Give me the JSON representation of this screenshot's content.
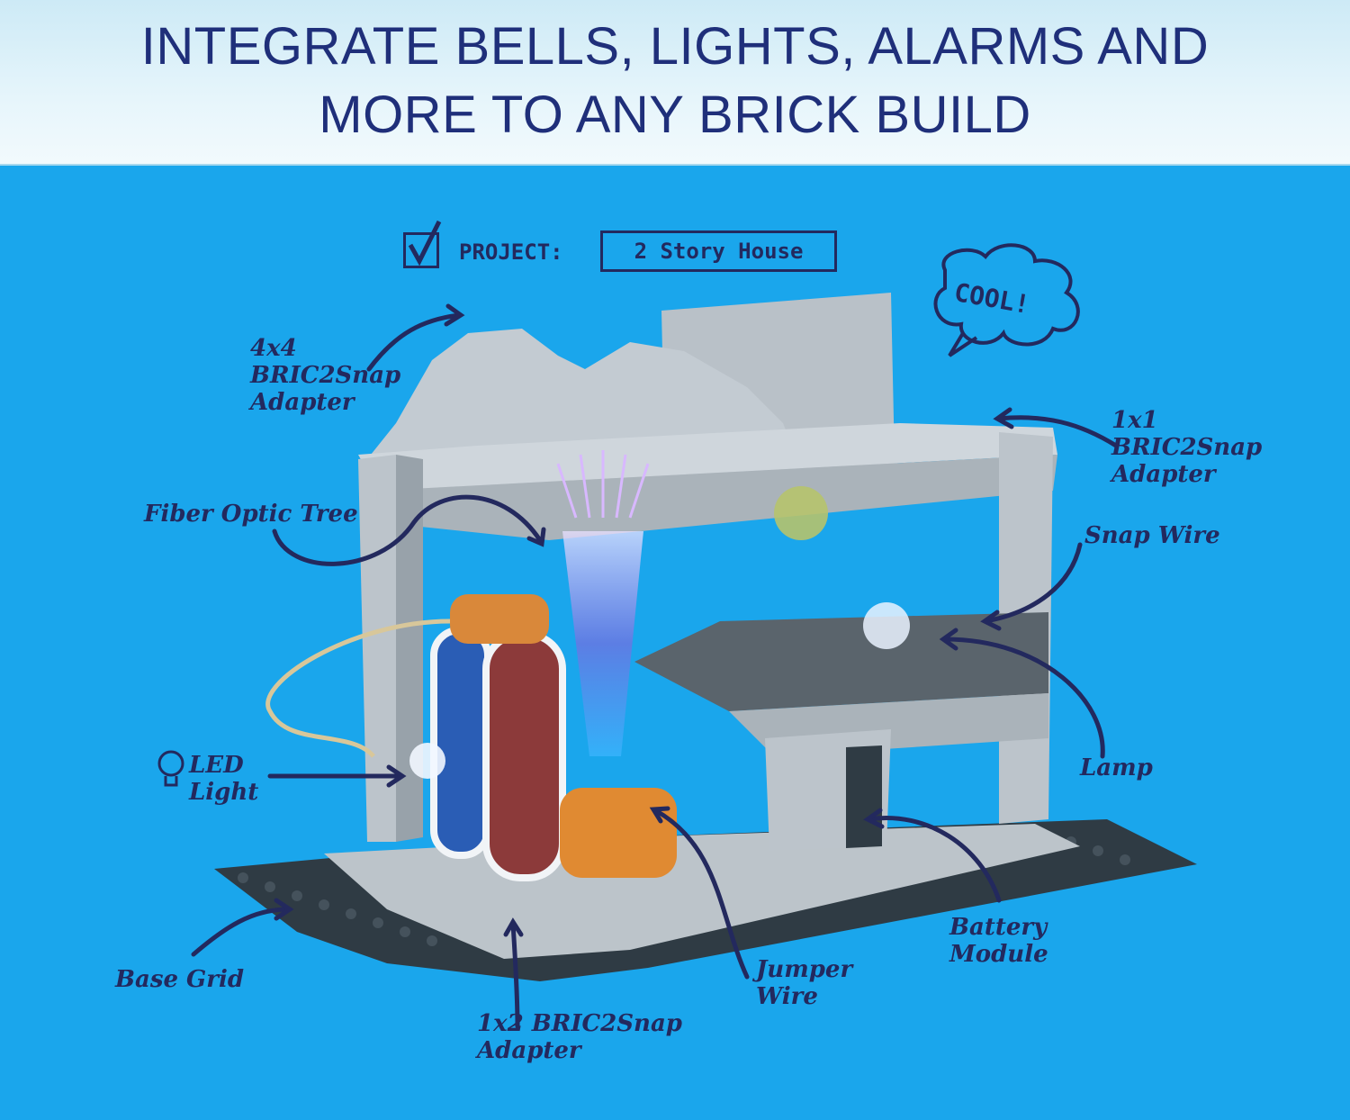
{
  "header": {
    "line1": "INTEGRATE BELLS, LIGHTS, ALARMS AND",
    "line2": "MORE TO ANY BRICK BUILD"
  },
  "project": {
    "prefix": "PROJECT:",
    "name": "2 Story House"
  },
  "exclamation": "COOL!",
  "labels": {
    "adapter4x4": [
      "4x4",
      "BRIC2Snap",
      "Adapter"
    ],
    "fiber": "Fiber Optic Tree",
    "adapter1x1": [
      "1x1",
      "BRIC2Snap",
      "Adapter"
    ],
    "snapwire": "Snap Wire",
    "led": [
      "LED",
      "Light"
    ],
    "lamp": "Lamp",
    "battery": [
      "Battery",
      "Module"
    ],
    "jumper": [
      "Jumper",
      "Wire"
    ],
    "basegrid": "Base Grid",
    "adapter1x2": [
      "1x2 BRIC2Snap",
      "Adapter"
    ]
  },
  "colors": {
    "background": "#1aa6ec",
    "title": "#1f2f7a",
    "ink": "#23295e"
  },
  "icons": [
    "check-icon",
    "lightbulb-icon",
    "speech-bubble-icon"
  ]
}
